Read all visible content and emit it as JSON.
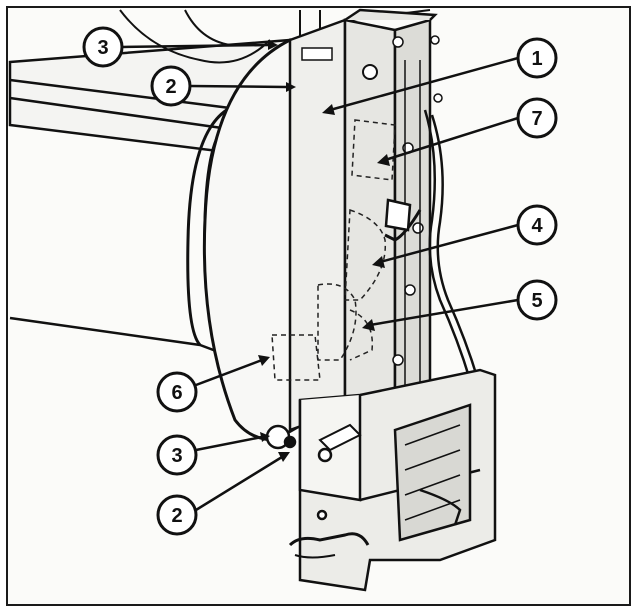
{
  "diagram": {
    "callouts": [
      {
        "id": "c1",
        "label": "1"
      },
      {
        "id": "c2a",
        "label": "2"
      },
      {
        "id": "c2b",
        "label": "2"
      },
      {
        "id": "c3a",
        "label": "3"
      },
      {
        "id": "c3b",
        "label": "3"
      },
      {
        "id": "c4",
        "label": "4"
      },
      {
        "id": "c5",
        "label": "5"
      },
      {
        "id": "c6",
        "label": "6"
      },
      {
        "id": "c7",
        "label": "7"
      }
    ]
  },
  "colors": {
    "ink": "#111111",
    "paper": "#fbfbf9",
    "panel": "#f2f2ef"
  }
}
